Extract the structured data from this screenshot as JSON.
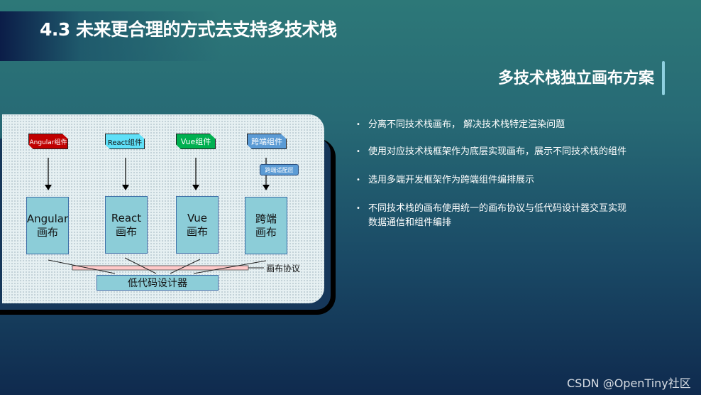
{
  "header": {
    "title": "4.3 未来更合理的方式去支持多技术栈",
    "subtitle": "多技术栈独立画布方案"
  },
  "diagram": {
    "components": [
      {
        "label": "Angular组件",
        "color": "#c00000",
        "text_color": "#ffffff"
      },
      {
        "label": "React组件",
        "color": "#5fe0f8",
        "text_color": "#111111"
      },
      {
        "label": "Vue组件",
        "color": "#00b050",
        "text_color": "#ffffff"
      },
      {
        "label": "跨端组件",
        "color": "#5b9bd5",
        "text_color": "#ffffff"
      }
    ],
    "adapter": "跨端适配层",
    "canvases": [
      "Angular\n画布",
      "React\n画布",
      "Vue\n画布",
      "跨端\n画布"
    ],
    "protocol": "画布协议",
    "designer": "低代码设计器"
  },
  "bullets": [
    "分离不同技术栈画布， 解决技术栈特定渲染问题",
    "使用对应技术栈框架作为底层实现画布，展示不同技术栈的组件",
    "选用多端开发框架作为跨端组件编排展示",
    "不同技术栈的画布使用统一的画布协议与低代码设计器交互实现\n数据通信和组件编排"
  ],
  "watermark": "CSDN @OpenTiny社区"
}
